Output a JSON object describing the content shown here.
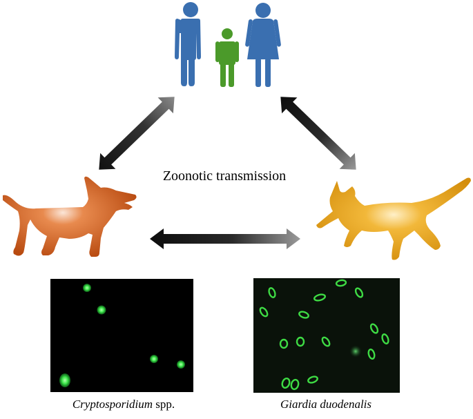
{
  "center_label": "Zoonotic transmission",
  "captions": {
    "left_italic": "Cryptosporidium",
    "left_plain": " spp.",
    "right_italic": "Giardia duodenalis"
  },
  "icons": {
    "humans": "family-people-icon",
    "dog": "dog-silhouette-icon",
    "cat": "cat-silhouette-icon",
    "arrows": "double-headed-arrow-icon",
    "micrograph_left": "cryptosporidium-micrograph",
    "micrograph_right": "giardia-micrograph"
  },
  "colors": {
    "humans_blue": "#3a6fb0",
    "child_green": "#4b9a2a",
    "dog_orange": "#c8561a",
    "cat_amber": "#e3a21c",
    "fluorescent_green": "#39e54a",
    "arrow_dark": "#1a1a1a"
  }
}
